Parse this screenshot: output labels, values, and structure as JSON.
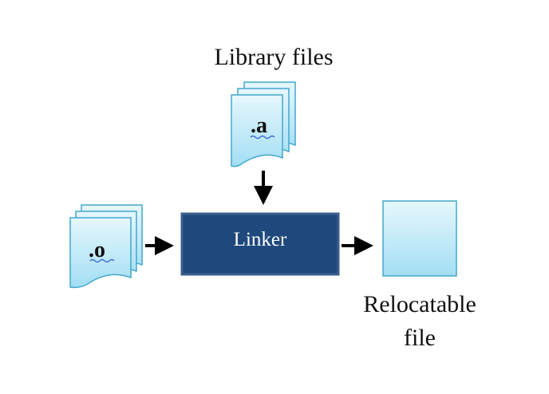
{
  "library_label": "Library files",
  "library_extension": ".a",
  "object_extension": ".o",
  "linker_label": "Linker",
  "output_label_line1": "Relocatable",
  "output_label_line2": "file",
  "colors": {
    "linker_fill": "#1f497d",
    "linker_border": "#3b5f8c",
    "file_gradient_top": "#e6f7fd",
    "file_gradient_bottom": "#a3def4",
    "file_border": "#43a7cd",
    "arrow": "#000000",
    "squiggle": "#3f6fd0"
  }
}
